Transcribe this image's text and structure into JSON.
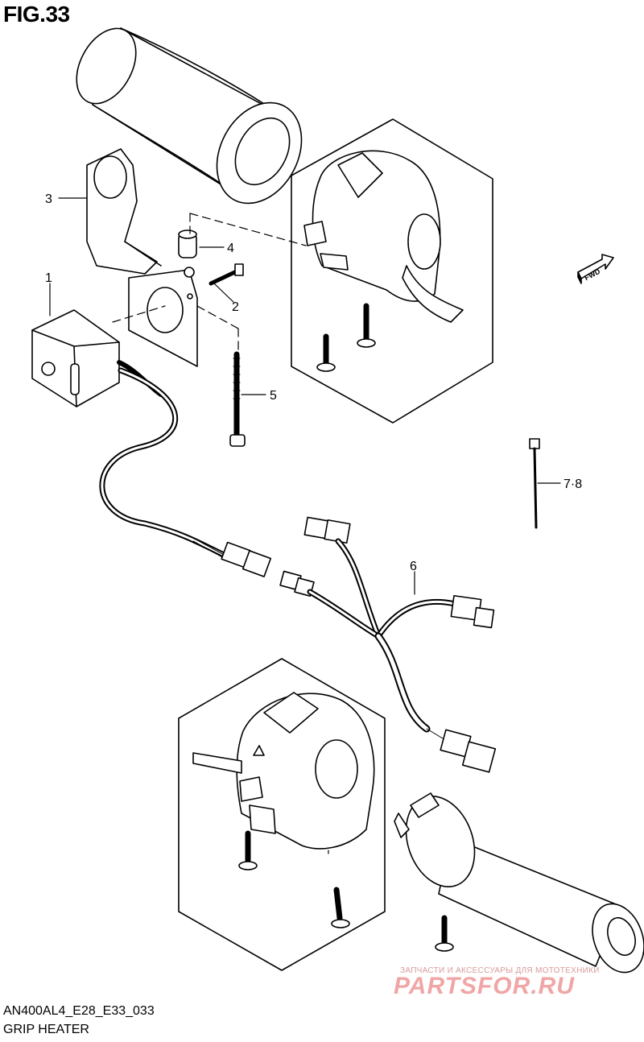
{
  "figure": {
    "title": "FIG.33"
  },
  "callouts": {
    "c1": "1",
    "c2": "2",
    "c3": "3",
    "c4": "4",
    "c5": "5",
    "c6": "6",
    "c78": "7·8"
  },
  "fwd_label": "FWD",
  "footer": {
    "code": "AN400AL4_E28_E33_033",
    "name": "GRIP HEATER"
  },
  "watermark": {
    "top": "ЗАПЧАСТИ И АКСЕССУАРЫ ДЛЯ МОТОТЕХНИКИ",
    "main": "PARTSFOR.RU",
    "color": "#f0a6a6"
  }
}
